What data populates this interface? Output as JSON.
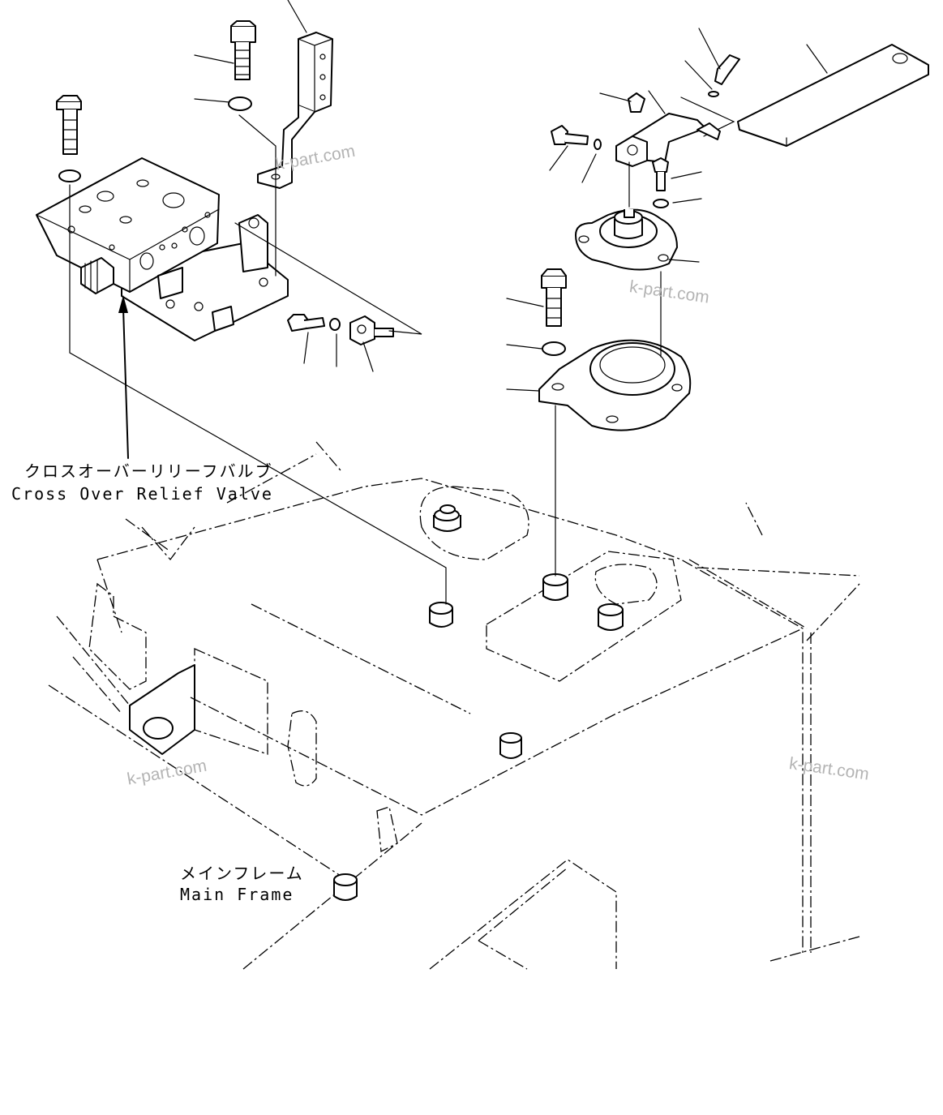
{
  "labels": {
    "valve_jp": "クロスオーバーリリーフバルブ",
    "valve_en": "Cross Over Relief Valve",
    "frame_jp": "メインフレーム",
    "frame_en": "Main Frame"
  },
  "watermark": "k-part.com"
}
